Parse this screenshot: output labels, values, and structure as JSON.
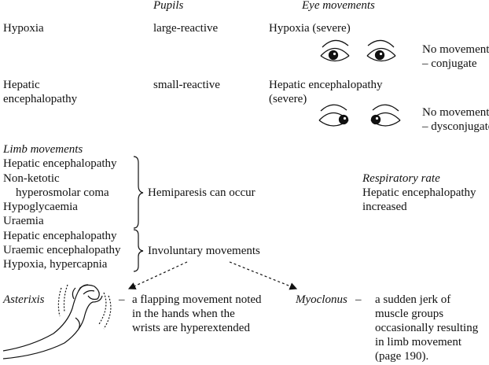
{
  "headers": {
    "pupils": "Pupils",
    "eye_movements": "Eye movements"
  },
  "rows": [
    {
      "condition": "Hypoxia",
      "pupils": "large-reactive",
      "eye": "Hypoxia (severe)"
    },
    {
      "condition_line1": "Hepatic",
      "condition_line2": "encephalopathy",
      "pupils": "small-reactive",
      "eye_line1": "Hepatic encephalopathy",
      "eye_line2": "(severe)"
    }
  ],
  "eye_notes": [
    {
      "line1": "No movement",
      "line2": "– conjugate"
    },
    {
      "line1": "No movement",
      "line2": "– dysconjugate"
    }
  ],
  "limb": {
    "heading": "Limb movements",
    "group1": [
      "Hepatic encephalopathy",
      "Non-ketotic",
      "hyperosmolar coma",
      "Hypoglycaemia",
      "Uraemia"
    ],
    "group1_label": "Hemiparesis can occur",
    "group2": [
      "Hepatic encephalopathy",
      "Uraemic encephalopathy",
      "Hypoxia, hypercapnia"
    ],
    "group2_label": "Involuntary movements"
  },
  "respiratory": {
    "heading": "Respiratory rate",
    "line1": "Hepatic encephalopathy",
    "line2": "increased"
  },
  "asterixis": {
    "term": "Asterixis",
    "dash": "–",
    "desc": [
      "a flapping movement noted",
      "in the hands when the",
      "wrists are hyperextended"
    ]
  },
  "myoclonus": {
    "term": "Myoclonus",
    "dash": "–",
    "desc": [
      "a sudden jerk of",
      "muscle groups",
      "occasionally resulting",
      "in limb movement",
      "(page 190)."
    ]
  },
  "icons": [
    "eye-icon",
    "hand-icon",
    "brace-icon",
    "arrow-icon"
  ]
}
